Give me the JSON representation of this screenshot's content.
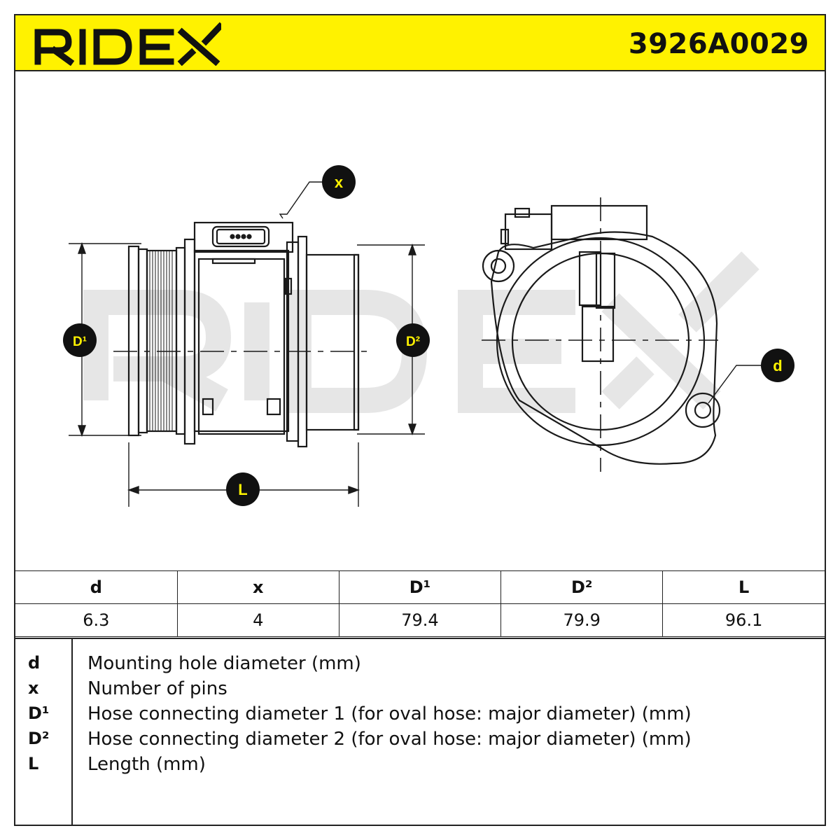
{
  "header": {
    "brand": "RIDEX",
    "part_number": "3926A0029"
  },
  "drawing": {
    "watermark": "RIDEX",
    "callouts": {
      "x": "x",
      "d1": "D¹",
      "d2": "D²",
      "l": "L",
      "d": "d"
    }
  },
  "colors": {
    "accent": "#fff200",
    "ink": "#1a1a1a",
    "watermark": "#e3e3e3"
  },
  "chart_data": {
    "type": "table",
    "columns": [
      "d",
      "x",
      "D¹",
      "D²",
      "L"
    ],
    "rows": [
      [
        "6.3",
        "4",
        "79.4",
        "79.9",
        "96.1"
      ]
    ]
  },
  "legend": [
    {
      "symbol": "d",
      "text": "Mounting hole diameter (mm)"
    },
    {
      "symbol": "x",
      "text": "Number of pins"
    },
    {
      "symbol": "D¹",
      "text": "Hose connecting diameter 1 (for oval hose: major diameter) (mm)"
    },
    {
      "symbol": "D²",
      "text": "Hose connecting diameter 2 (for oval hose: major diameter) (mm)"
    },
    {
      "symbol": "L",
      "text": "Length (mm)"
    }
  ]
}
